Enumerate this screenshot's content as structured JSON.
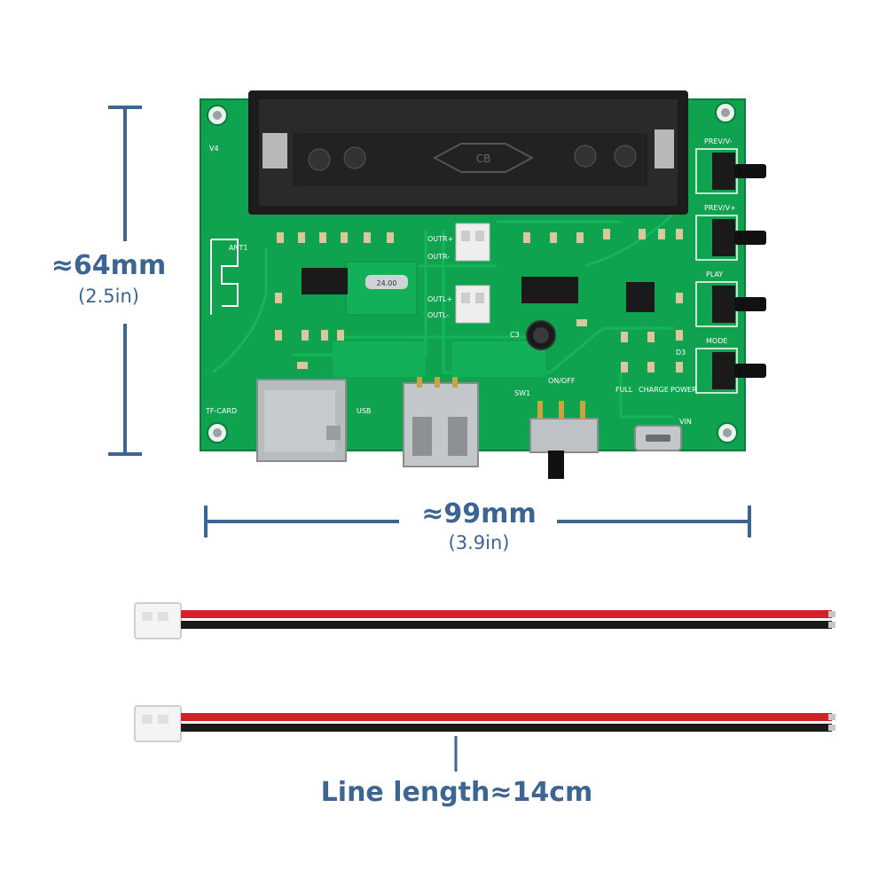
{
  "height_dimension": {
    "metric": "≈64mm",
    "imperial": "(2.5in)"
  },
  "width_dimension": {
    "metric": "≈99mm",
    "imperial": "(3.9in)"
  },
  "cable_caption": "Line length≈14cm",
  "board_labels": {
    "version": "V4",
    "btn1": "PREV/V-",
    "btn2": "PREV/V+",
    "btn3": "PLAY",
    "btn4": "MODE",
    "tf_card": "TF-CARD",
    "usb": "USB",
    "switch": "ON/OFF",
    "switch_ref": "SW1",
    "vin": "VIN",
    "led_full": "FULL",
    "led_charge": "CHARGE",
    "led_power": "POWER",
    "outr_plus": "OUTR+",
    "outr_minus": "OUTR-",
    "outl_plus": "OUTL+",
    "outl_minus": "OUTL-",
    "battery_mark": "CB",
    "antenna": "ANT1",
    "crystal": "24.00",
    "cap_ref": "C3",
    "led_ref": "D3"
  },
  "colors": {
    "pcb_green": "#0fa24f",
    "trace_green": "#16b85c",
    "dimension_blue": "#3d6593",
    "wire_red": "#d3202a",
    "wire_black": "#1a1a1a"
  }
}
